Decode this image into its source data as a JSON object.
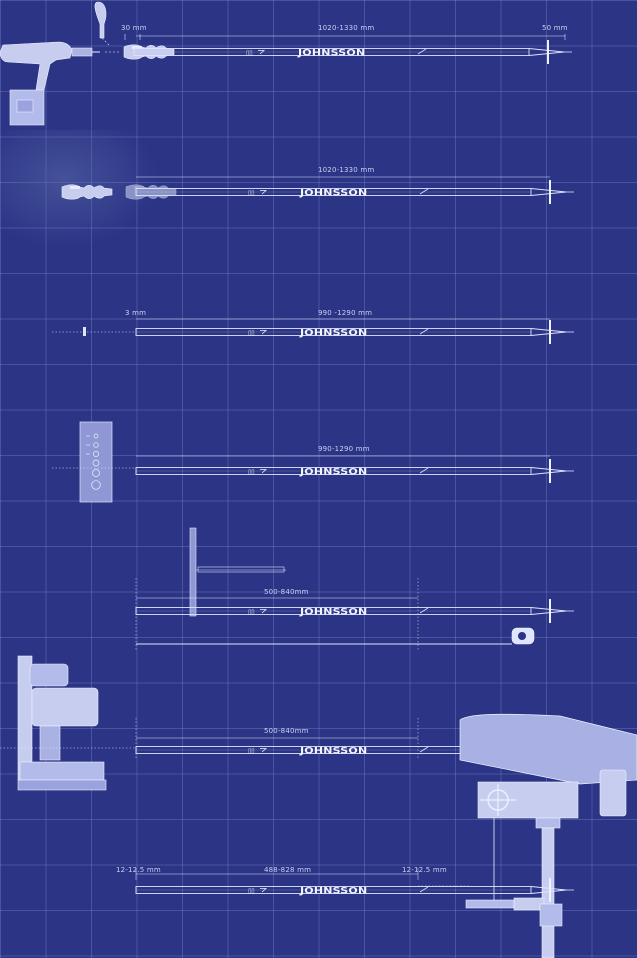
{
  "brand_mark": "JOHNSSON",
  "dimensions": {
    "row1_left": "30 mm",
    "row1_mid": "1020-1330 mm",
    "row1_right": "50 mm",
    "row2_mid": "1020-1330 mm",
    "row3_left": "3 mm",
    "row3_mid": "990 -1290 mm",
    "row4_mid": "990-1290 mm",
    "row5_mid": "500-840mm",
    "row6_mid": "500-840mm",
    "row7_left": "12-12.5 mm",
    "row7_mid": "488-828 mm",
    "row7_right": "12-12.5 mm"
  },
  "colors": {
    "background": "#2b3485",
    "line": "#dfe4ff",
    "fill": "#c7cdef"
  }
}
